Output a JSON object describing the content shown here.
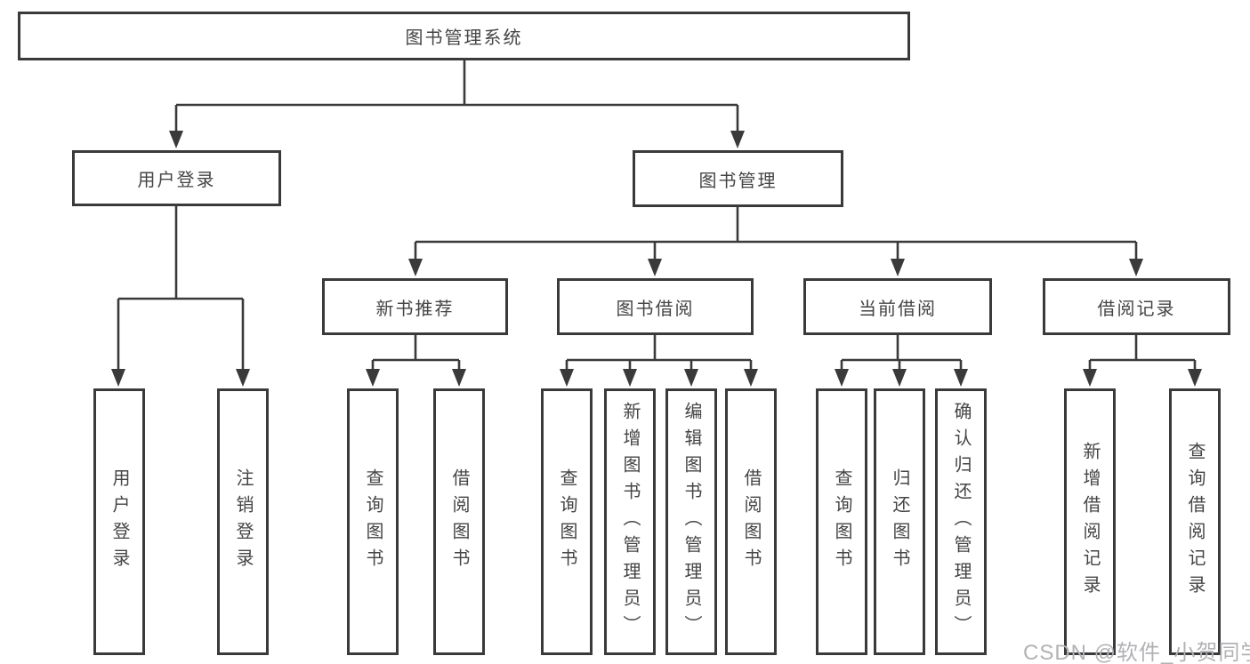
{
  "diagram_type": "function-structure-tree",
  "tree": {
    "label": "图书管理系统",
    "children": [
      {
        "label": "用户登录",
        "children": [
          {
            "label": "用户登录"
          },
          {
            "label": "注销登录"
          }
        ]
      },
      {
        "label": "图书管理",
        "children": [
          {
            "label": "新书推荐",
            "children": [
              {
                "label": "查询图书"
              },
              {
                "label": "借阅图书"
              }
            ]
          },
          {
            "label": "图书借阅",
            "children": [
              {
                "label": "查询图书"
              },
              {
                "label": "新增图书（管理员）"
              },
              {
                "label": "编辑图书（管理员）"
              },
              {
                "label": "借阅图书"
              }
            ]
          },
          {
            "label": "当前借阅",
            "children": [
              {
                "label": "查询图书"
              },
              {
                "label": "归还图书"
              },
              {
                "label": "确认归还（管理员）"
              }
            ]
          },
          {
            "label": "借阅记录",
            "children": [
              {
                "label": "新增借阅记录"
              },
              {
                "label": "查询借阅记录"
              }
            ]
          }
        ]
      }
    ]
  },
  "colors": {
    "line": "#3a3a3a",
    "border": "#3a3a3a",
    "text": "#454545",
    "watermark": "#b2b2b6",
    "background": "#ffffff"
  },
  "watermark": "CSDN @软件_小贺同学"
}
